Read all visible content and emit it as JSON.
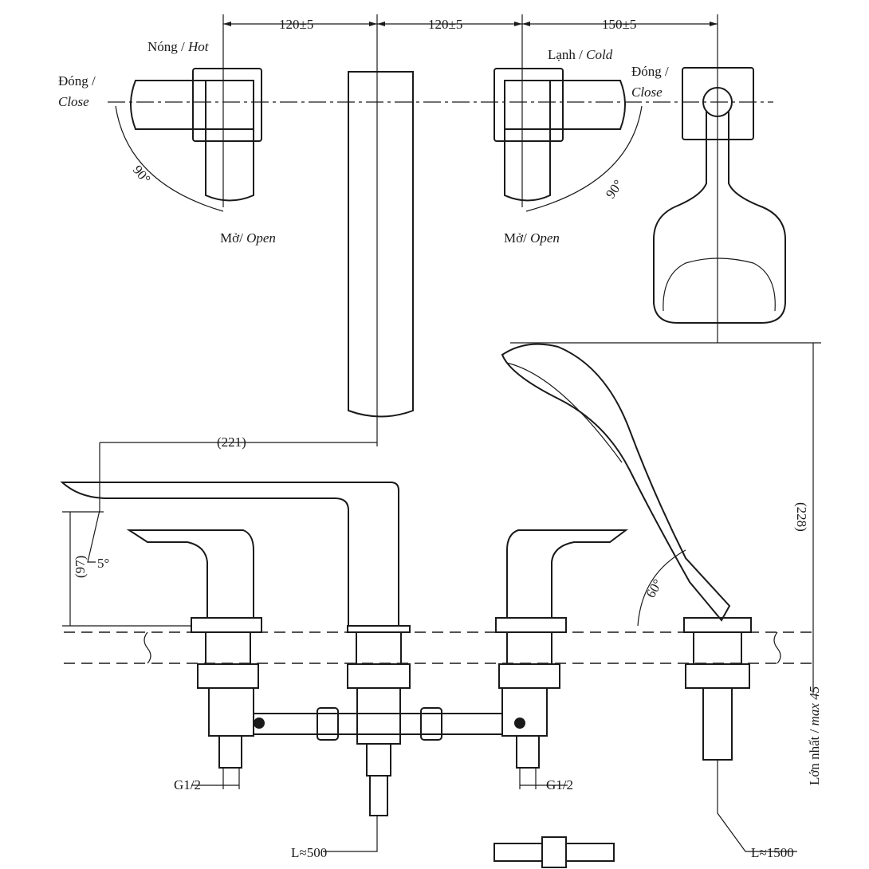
{
  "dimensions": {
    "top_1": "120±5",
    "top_2": "120±5",
    "top_3": "150±5",
    "spout_reach": "(221)",
    "spout_height": "(97)",
    "spout_angle": "5°",
    "shower_height": "(228)",
    "shower_angle": "60°",
    "deck_thickness_label_vi": "Lớn nhất / ",
    "deck_thickness_label_en": "max 45",
    "thread_left": "G1/2",
    "thread_right": "G1/2",
    "hose_left": "L≈500",
    "hose_right": "L≈1500"
  },
  "labels": {
    "hot_vi": "Nóng / ",
    "hot_en": "Hot",
    "cold_vi": "Lạnh / ",
    "cold_en": "Cold",
    "close_left_vi": "Đóng /",
    "close_left_en": "Close",
    "close_right_vi": "Đóng /",
    "close_right_en": "Close",
    "angle_left": "90°",
    "angle_right": "90°",
    "open_left_vi": "Mở/ ",
    "open_left_en": "Open",
    "open_right_vi": "Mở/ ",
    "open_right_en": "Open"
  }
}
